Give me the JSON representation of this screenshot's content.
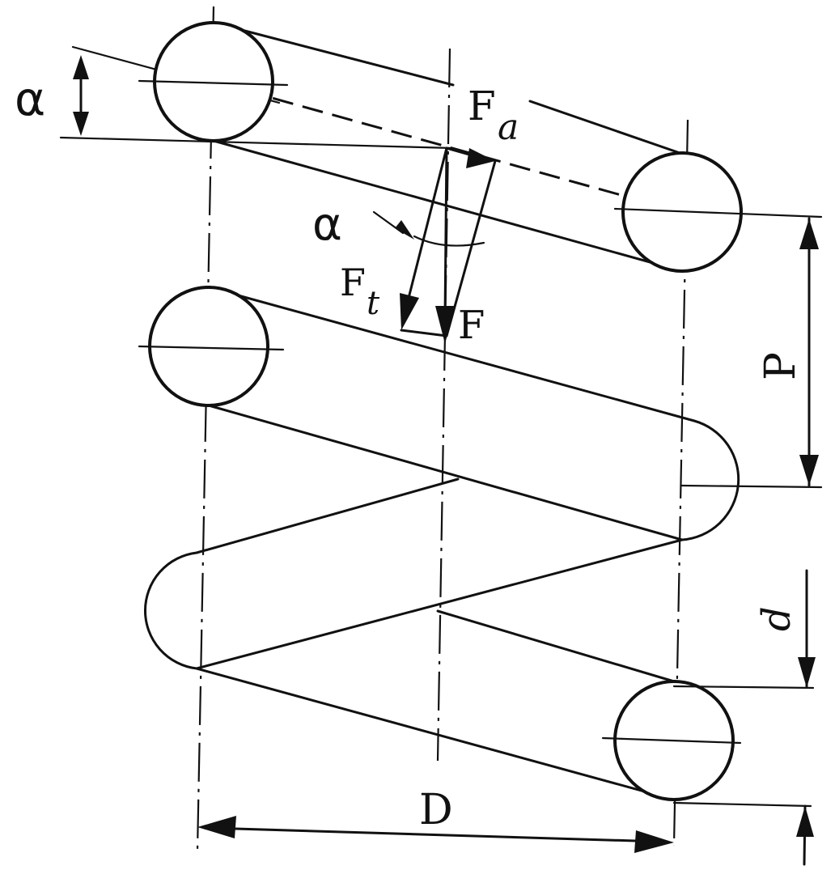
{
  "labels": {
    "alpha_left": "α",
    "alpha_inner": "α",
    "force_axial": "F",
    "force_axial_sub": "a",
    "force_tangential": "F",
    "force_tangential_sub": "t",
    "force_total": "F",
    "pitch": "P",
    "wire_diameter": "d",
    "coil_diameter": "D"
  }
}
